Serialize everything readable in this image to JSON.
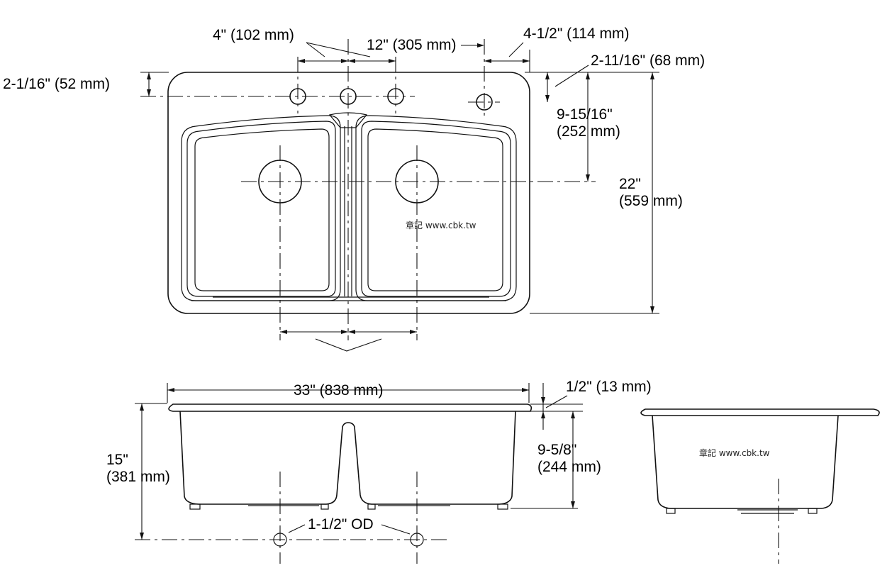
{
  "dimensions": {
    "faucet_spacing": "4\" (102 mm)",
    "faucet_spread": "12\" (305 mm)",
    "accessory_offset": "4-1/2\" (114 mm)",
    "accessory_setback": "2-11/16\" (68 mm)",
    "deck_setback": "2-1/16\" (52 mm)",
    "drain_setback_in": "9-15/16\"",
    "drain_setback_mm": "(252 mm)",
    "depth_front_back_in": "22\"",
    "depth_front_back_mm": "(559 mm)",
    "overall_width": "33\" (838 mm)",
    "rim_thickness": "1/2\" (13 mm)",
    "overall_height_in": "15\"",
    "overall_height_mm": "(381 mm)",
    "bowl_depth_in": "9-5/8\"",
    "bowl_depth_mm": "(244 mm)",
    "drain_od": "1-1/2\" OD"
  },
  "watermark": {
    "top": "章記 www.cbk.tw",
    "side": "章記 www.cbk.tw"
  }
}
